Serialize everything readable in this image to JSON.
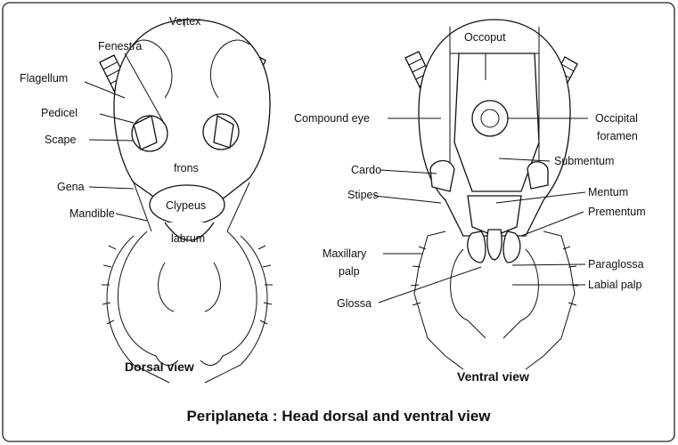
{
  "title": "Periplaneta : Head dorsal and ventral view",
  "dorsal": {
    "caption": "Dorsal view",
    "labels": {
      "fenestra": "Fenestra",
      "vertex": "Vertex",
      "flagellum": "Flagellum",
      "pedicel": "Pedicel",
      "scape": "Scape",
      "frons": "frons",
      "gena": "Gena",
      "clypeus": "Clypeus",
      "mandible": "Mandible",
      "labrum": "labrum"
    }
  },
  "ventral": {
    "caption": "Ventral view",
    "labels": {
      "occiput": "Occoput",
      "compound_eye": "Compound eye",
      "occipital_1": "Occipital",
      "occipital_2": "foramen",
      "cardo": "Cardo",
      "submentum": "Submentum",
      "stipes": "Stipes",
      "mentum": "Mentum",
      "prementum": "Prementum",
      "maxillary_1": "Maxillary",
      "maxillary_2": "palp",
      "paraglossa": "Paraglossa",
      "labial_palp": "Labial palp",
      "glossa": "Glossa"
    }
  }
}
